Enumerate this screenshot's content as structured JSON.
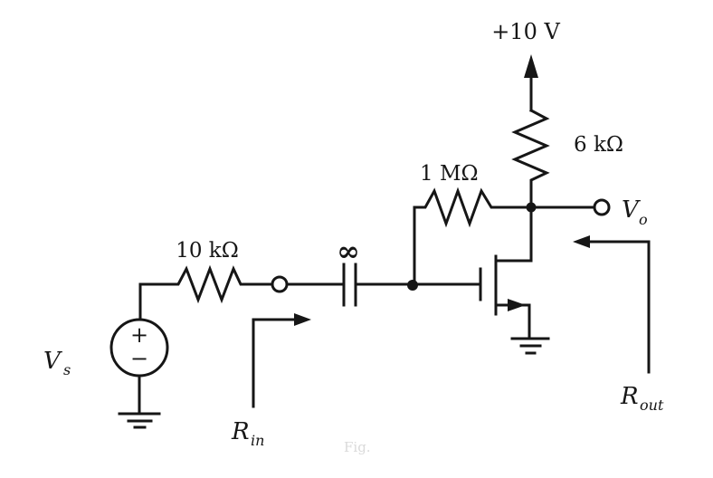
{
  "figure": {
    "type": "circuit-schematic",
    "description": "MOSFET amplifier with drain-to-gate feedback resistor",
    "background_color": "#ffffff",
    "ink_color": "#161616",
    "supply": {
      "label": "+10 V"
    },
    "resistors": {
      "drain": {
        "value": "6 kΩ",
        "orientation": "vertical"
      },
      "feedback": {
        "value": "1 MΩ",
        "orientation": "horizontal"
      },
      "input_series": {
        "value": "10 kΩ",
        "orientation": "horizontal"
      }
    },
    "capacitor": {
      "value": "∞"
    },
    "source": {
      "plus": "+",
      "minus": "−",
      "label_main": "V",
      "label_sub": "s"
    },
    "output": {
      "label_main": "V",
      "label_sub": "o"
    },
    "input_resistance": {
      "label_main": "R",
      "label_sub": "in"
    },
    "output_resistance": {
      "label_main": "R",
      "label_sub": "out"
    },
    "transistor": {
      "symbol": "n-channel MOSFET"
    },
    "caption_fragment": "Fig."
  }
}
